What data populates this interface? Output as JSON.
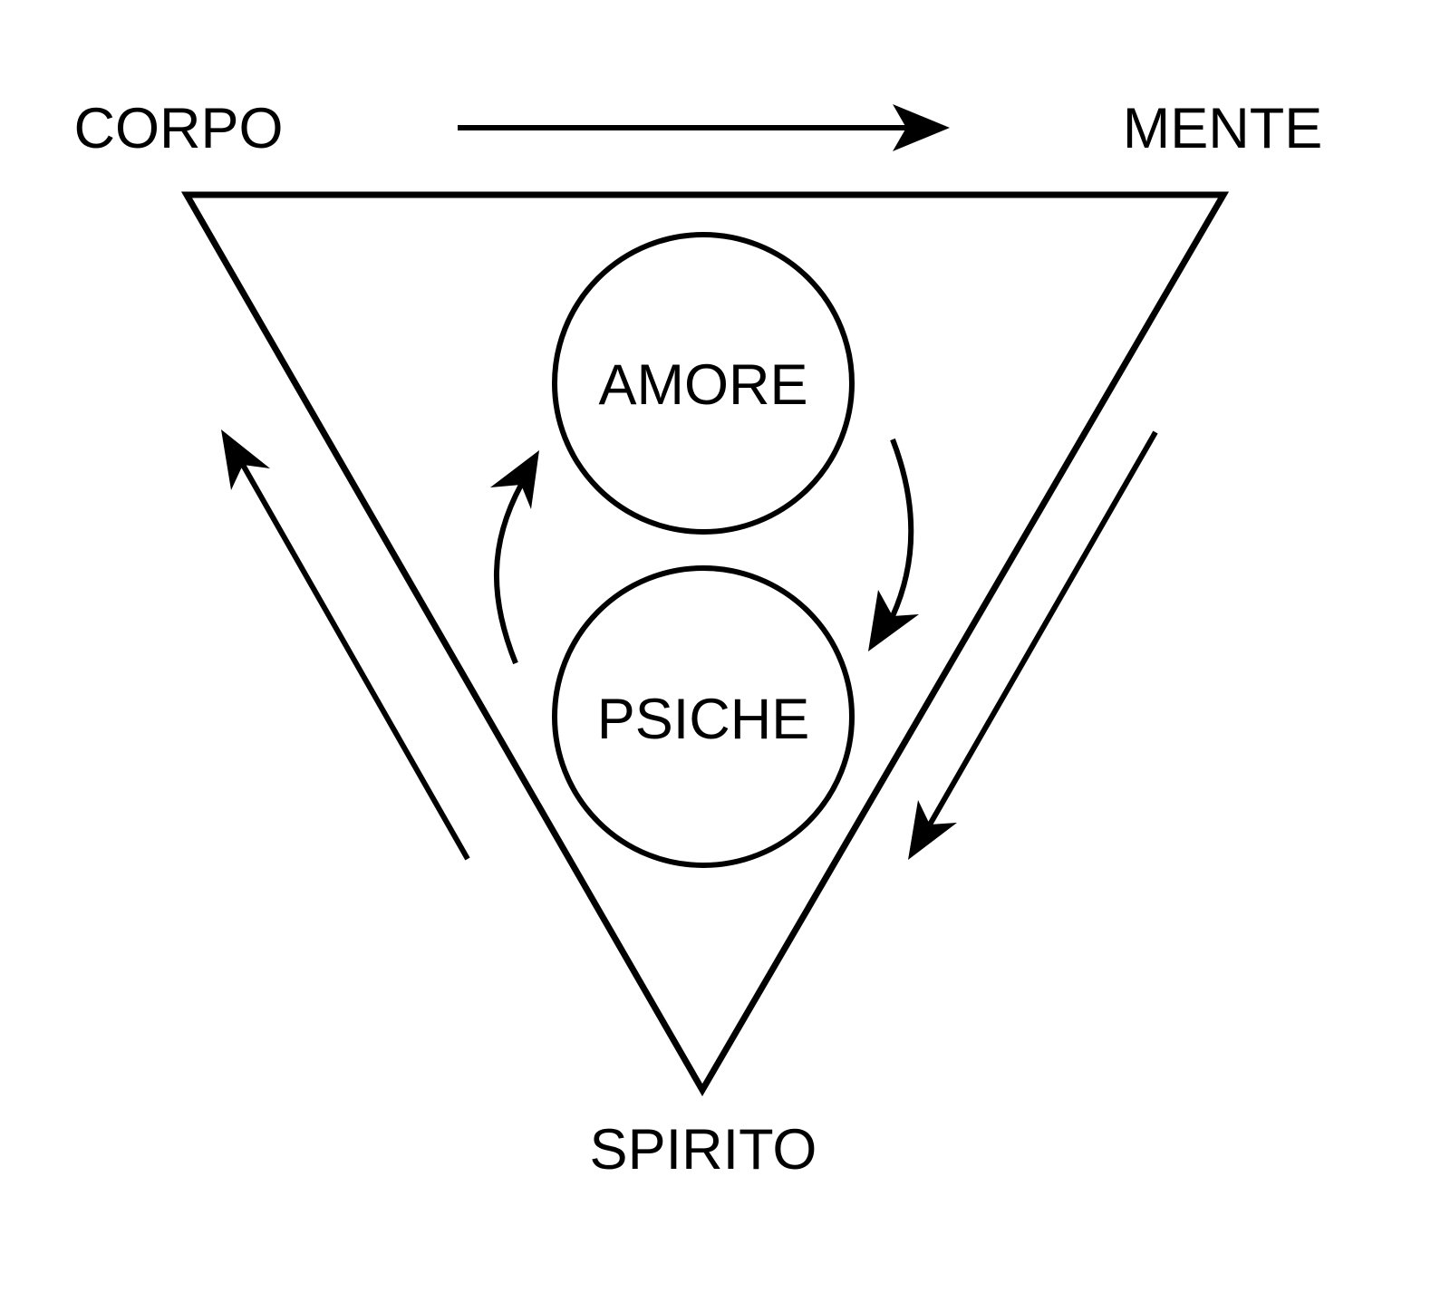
{
  "labels": {
    "top_left": "CORPO",
    "top_right": "MENTE",
    "bottom": "SPIRITO",
    "upper_circle": "AMORE",
    "lower_circle": "PSICHE"
  },
  "colors": {
    "stroke": "#000000",
    "background": "#ffffff"
  }
}
